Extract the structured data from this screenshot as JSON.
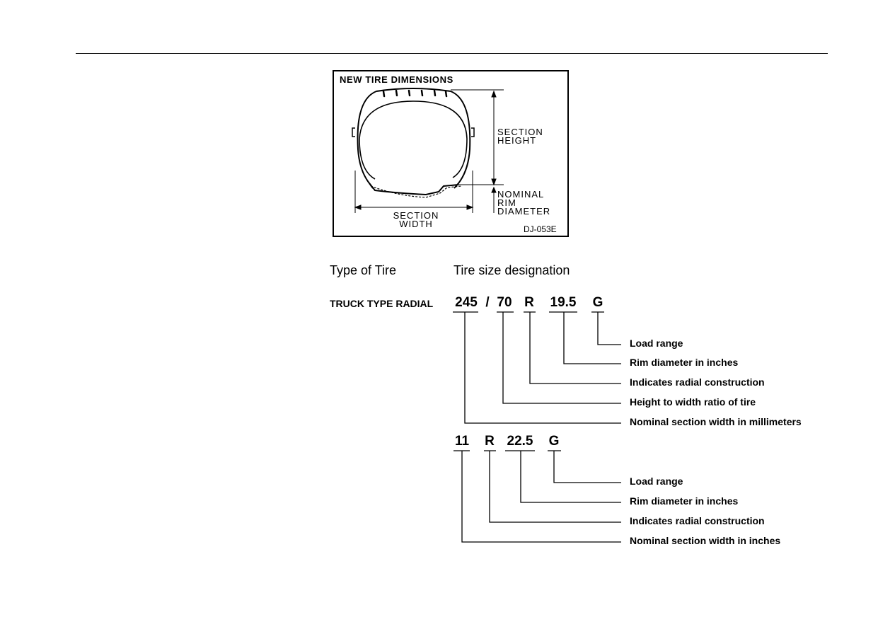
{
  "figure": {
    "title": "NEW TIRE DIMENSIONS",
    "section_height": [
      "SECTION",
      "HEIGHT"
    ],
    "nominal_rim_diameter": [
      "NOMINAL",
      "RIM",
      "DIAMETER"
    ],
    "section_width": [
      "SECTION",
      "WIDTH"
    ],
    "code": "DJ-053E"
  },
  "headers": {
    "type_of_tire": "Type of Tire",
    "designation": "Tire size designation"
  },
  "example1": {
    "type": "TRUCK TYPE RADIAL",
    "parts": [
      "245",
      "/",
      "70",
      "R",
      "19.5",
      "G"
    ],
    "explanations": [
      "Load range",
      "Rim diameter in inches",
      "Indicates radial construction",
      "Height to width ratio of tire",
      "Nominal section width in millimeters"
    ]
  },
  "example2": {
    "parts": [
      "11",
      "R",
      "22.5",
      "G"
    ],
    "explanations": [
      "Load range",
      "Rim diameter in inches",
      "Indicates radial construction",
      "Nominal section width in inches"
    ]
  }
}
